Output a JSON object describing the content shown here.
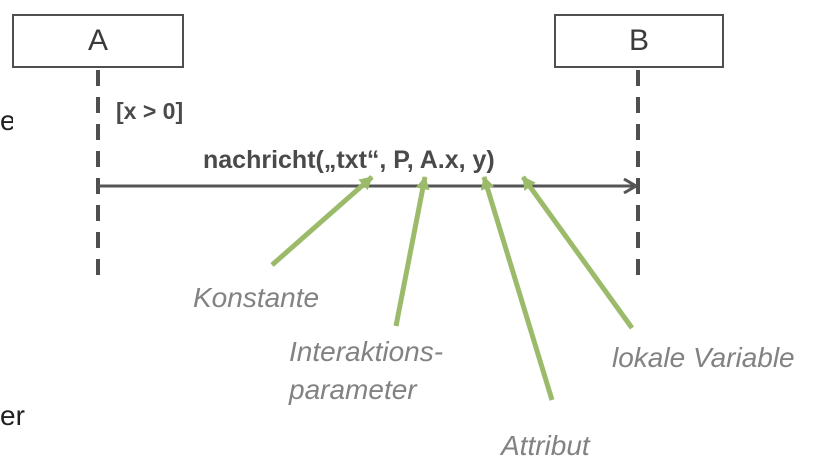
{
  "lifelines": {
    "a_label": "A",
    "b_label": "B"
  },
  "guard": "[x > 0]",
  "message": "nachricht(„txt“, P, A.x, y)",
  "annotations": {
    "konstante": "Konstante",
    "interaktion_line1": "Interaktions-",
    "interaktion_line2": "parameter",
    "lokale_variable": "lokale Variable",
    "attribut": "Attribut"
  },
  "edge_text": {
    "top_fragment": "e",
    "bottom_fragment": "er"
  },
  "colors": {
    "box_border": "#4f4f4f",
    "message_line": "#555555",
    "annotation_arrow": "#9bbb6b",
    "annotation_text": "#828282"
  }
}
